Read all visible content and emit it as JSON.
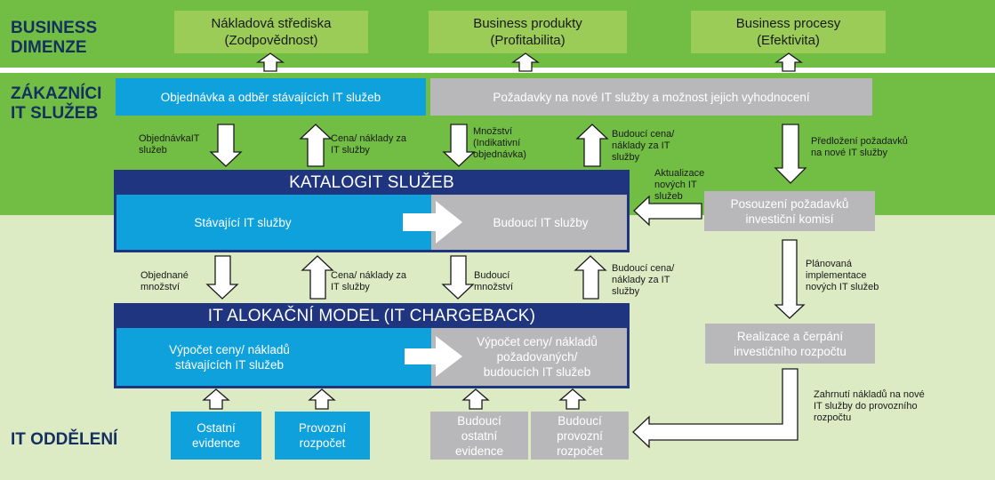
{
  "rows": {
    "business": "BUSINESS\nDIMENZE",
    "customers": "ZÁKAZNÍCI\nIT SLUŽEB",
    "it": "IT ODDĚLENÍ"
  },
  "business_dimensions": [
    {
      "line1": "Nákladová střediska",
      "line2": "(Zodpovědnost)"
    },
    {
      "line1": "Business produkty",
      "line2": "(Profitabilita)"
    },
    {
      "line1": "Business procesy",
      "line2": "(Efektivita)"
    }
  ],
  "customer_boxes": {
    "order": "Objednávka a odběr stávajících  IT služeb",
    "requests": "Požadavky  na nové  IT služby a možnost jejich vyhodnocení"
  },
  "catalog": {
    "title": "KATALOGIT SLUŽEB",
    "current": "Stávající  IT služby",
    "future": "Budoucí  IT služby"
  },
  "allocation": {
    "title": "IT ALOKAČNÍ MODEL (IT CHARGEBACK)",
    "current": "Výpočet ceny/ nákladů\nstávajících  IT služeb",
    "future": "Výpočet ceny/ nákladů\npožadovaných/\nbudoucích  IT služeb"
  },
  "assessment": "Posouzení požadavků\ninvestiční komisí",
  "realization": "Realizace a čerpání\ninvestičního rozpočtu",
  "bottom_sources": [
    {
      "label": "Ostatní\nevidence"
    },
    {
      "label": "Provozní\nrozpočet"
    },
    {
      "label": "Budoucí\nostatní\nevidence"
    },
    {
      "label": "Budoucí\nprovozní\nrozpočet"
    }
  ],
  "arrow_labels": {
    "order_it": "ObjednávkaIT\nslužeb",
    "price_costs_1": "Cena/ náklady za\nIT služby",
    "quantity": "Množství\n(Indikativní\nobjednávka)",
    "future_price_1": "Budoucí cena/\nnáklady za IT\nslužby",
    "submit_requests": "Předložení požadavků\nna nové IT služby",
    "update_catalog": "Aktualizace\nnových IT\nslužeb",
    "ordered_quantities": "Objednané\nmnožství",
    "price_costs_2": "Cena/ náklady za\nIT služby",
    "future_quantities": "Budoucí\nmnožství",
    "future_price_2": "Budoucí cena/\nnáklady za IT\nslužby",
    "planned_impl": "Plánovaná\nimplementace\nnových IT služeb",
    "include_costs": "Zahrnutí nákladů na nové\nIT služby do provozního\nrozpočtu"
  },
  "colors": {
    "band_dark": "#72be44",
    "band_light": "#dcebc4",
    "dimension_box": "#9ccc58",
    "cyan": "#0ea1dc",
    "grey": "#b8b8ba",
    "navy": "#1f3580",
    "label_navy": "#13305e"
  }
}
